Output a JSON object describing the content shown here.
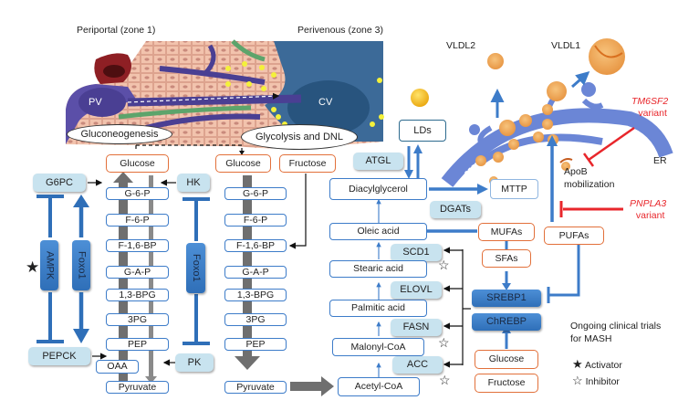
{
  "zones": {
    "periportal": "Periportal (zone 1)",
    "perivenous": "Perivenous (zone 3)",
    "pv": "PV",
    "cv": "CV",
    "gluconeogenesis": "Gluconeogenesis",
    "glycolysis": "Glycolysis and DNL"
  },
  "gluconeogenesis_pathway": {
    "start": "Glucose",
    "steps": [
      "G-6-P",
      "F-6-P",
      "F-1,6-BP",
      "G-A-P",
      "1,3-BPG",
      "3PG",
      "PEP"
    ],
    "oaa": "OAA",
    "end": "Pyruvate"
  },
  "glycolysis_pathway": {
    "inputs": [
      "Glucose",
      "Fructose"
    ],
    "steps": [
      "G-6-P",
      "F-6-P",
      "F-1,6-BP",
      "G-A-P",
      "1,3-BPG",
      "3PG",
      "PEP"
    ],
    "end": "Pyruvate"
  },
  "enzymes": {
    "g6pc": "G6PC",
    "pepck": "PEPCK",
    "hk": "HK",
    "pk": "PK",
    "atgl": "ATGL",
    "dgats": "DGATs",
    "scd1": "SCD1",
    "elovl": "ELOVL",
    "fasn": "FASN",
    "acc": "ACC"
  },
  "regulators": {
    "ampk": "AMPK",
    "foxo1_left": "Foxo1",
    "foxo1_right": "Foxo1",
    "srebp1": "SREBP1",
    "chrebp": "ChREBP"
  },
  "lipid_pathway": {
    "lds": "LDs",
    "diacylglycerol": "Diacylglycerol",
    "mttp": "MTTP",
    "oleic": "Oleic acid",
    "stearic": "Stearic acid",
    "palmitic": "Palmitic acid",
    "malonyl": "Malonyl-CoA",
    "acetyl": "Acetyl-CoA"
  },
  "fatty_acids": {
    "mufas": "MUFAs",
    "sfas": "SFAs",
    "pufas": "PUFAs",
    "glucose": "Glucose",
    "fructose": "Fructose"
  },
  "secretion": {
    "vldl2": "VLDL2",
    "vldl1": "VLDL1",
    "er": "ER",
    "apob_line1": "ApoB",
    "apob_line2": "mobilization"
  },
  "variants": {
    "tm6sf2_name": "TM6SF2",
    "tm6sf2_suffix": "variant",
    "pnpla3_name": "PNPLA3",
    "pnpla3_suffix": "variant"
  },
  "legend": {
    "title_line1": "Ongoing clinical trials",
    "title_line2": "for MASH",
    "activator": "Activator",
    "inhibitor": "Inhibitor"
  },
  "colors": {
    "blue_border": "#3d7cc9",
    "orange_border": "#e2703a",
    "enzyme_fill": "#c8e3ef",
    "tf_fill": "#3c7fc8",
    "variant_red": "#e8262b",
    "flux_gray": "#6f6f6f"
  }
}
